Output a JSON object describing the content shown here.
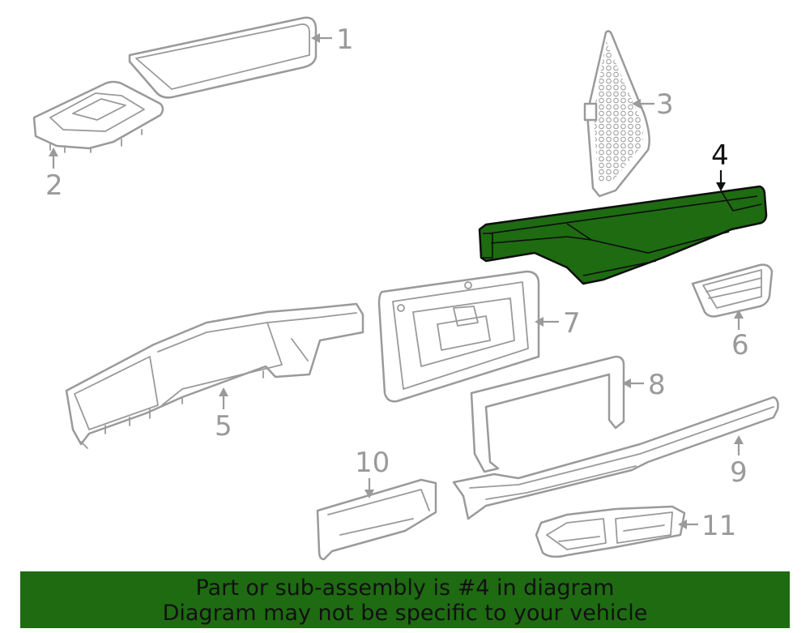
{
  "diagram": {
    "highlight_color": "#1e6b12",
    "callouts": [
      "1",
      "2",
      "3",
      "4",
      "5",
      "6",
      "7",
      "8",
      "9",
      "10",
      "11"
    ],
    "highlighted_callout": "4"
  },
  "banner": {
    "line1": "Part or sub-assembly is #4 in diagram",
    "line2": "Diagram may not be specific to your vehicle",
    "background": "#1e6b12"
  }
}
